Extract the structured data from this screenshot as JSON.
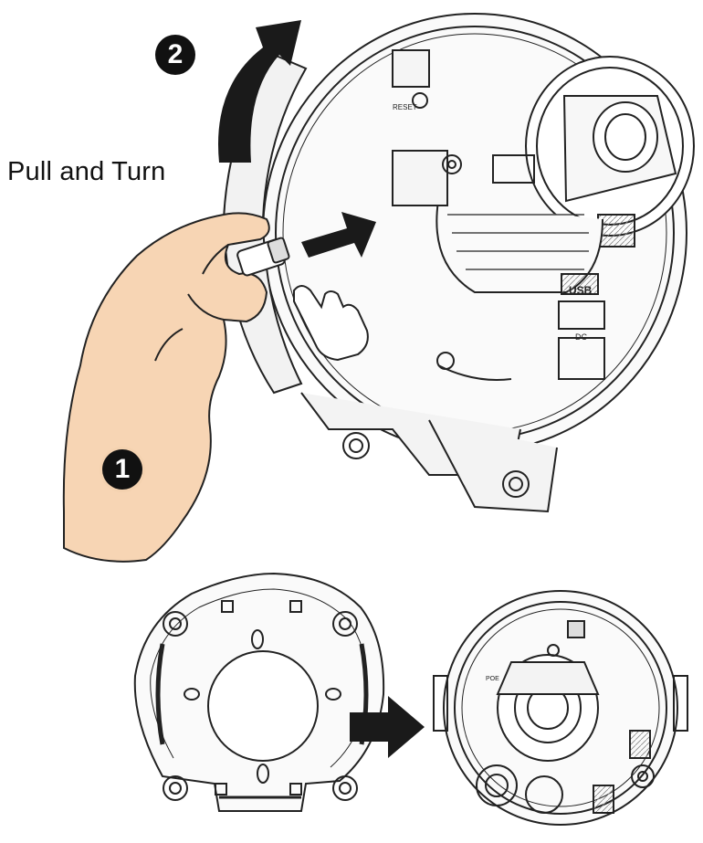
{
  "instruction": {
    "pull_label": "Pull and Turn"
  },
  "steps": [
    {
      "number": "1"
    },
    {
      "number": "2"
    }
  ],
  "camera_labels": {
    "reset": "RESET",
    "usb": "USB",
    "dc": "DC",
    "poe": "POE"
  },
  "colors": {
    "line": "#222222",
    "hand": "#f7d5b4",
    "arrow": "#1a1a1a",
    "background": "#ffffff"
  }
}
